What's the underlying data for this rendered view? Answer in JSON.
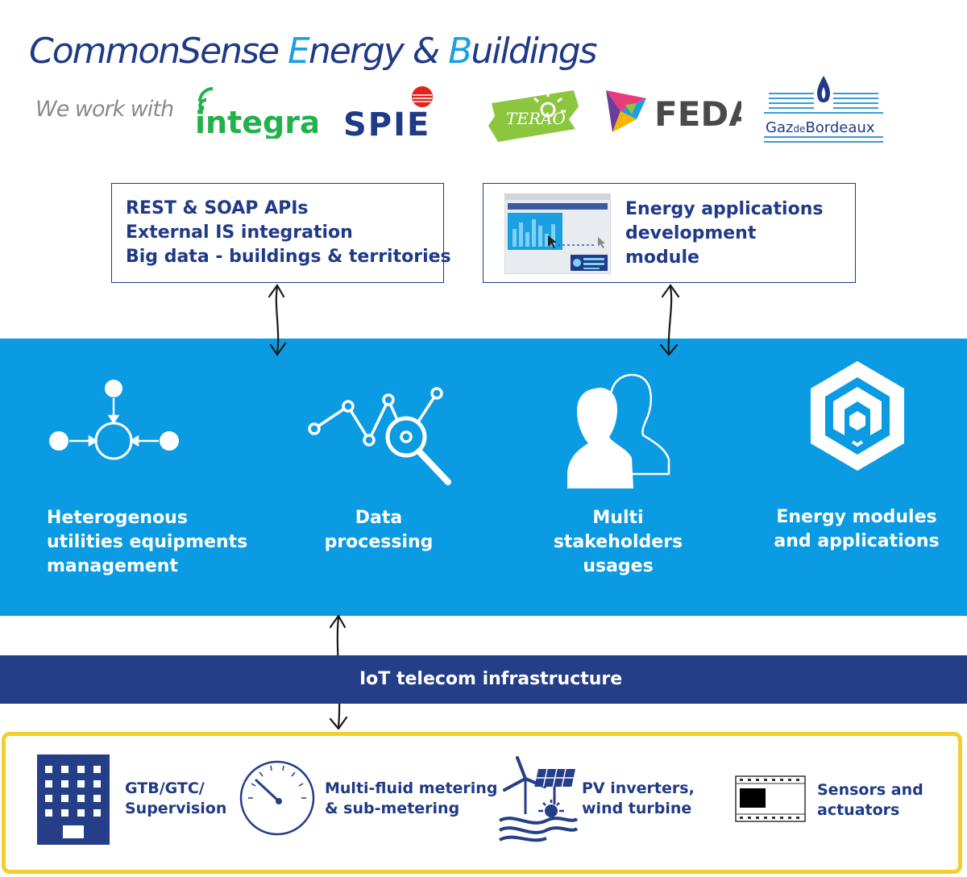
{
  "header": {
    "title_part1": "CommonSense ",
    "title_e": "E",
    "title_part2": "nergy & ",
    "title_b": "B",
    "title_part3": "uildings",
    "we_work_with": "We work with"
  },
  "partners": [
    {
      "name": "integra"
    },
    {
      "name": "SPIE"
    },
    {
      "name": "TERAO"
    },
    {
      "name": "FEDA"
    },
    {
      "name_gaz": "Gaz",
      "name_de": "de",
      "name_bordeaux": "Bordeaux"
    }
  ],
  "top_boxes": {
    "apis": {
      "line1": "REST & SOAP APIs",
      "line2": "External IS integration",
      "line3": "Big data - buildings & territories"
    },
    "apps": {
      "line1": "Energy applications",
      "line2": "development",
      "line3": "module"
    }
  },
  "features": [
    {
      "line1": "Heterogenous",
      "line2": "utilities equipments",
      "line3": "management",
      "icon": "network-hub-icon"
    },
    {
      "line1": "Data",
      "line2": "processing",
      "icon": "data-analysis-icon"
    },
    {
      "line1": "Multi",
      "line2": "stakeholders",
      "line3": "usages",
      "icon": "users-icon"
    },
    {
      "line1": "Energy modules",
      "line2": "and applications",
      "icon": "hexagon-module-icon"
    }
  ],
  "iot": {
    "label": "IoT telecom infrastructure"
  },
  "devices": [
    {
      "line1": "GTB/GTC/",
      "line2": "Supervision",
      "icon": "building-icon"
    },
    {
      "line1": "Multi-fluid metering",
      "line2": "& sub-metering",
      "icon": "gauge-icon"
    },
    {
      "line1": "PV inverters,",
      "line2": "wind turbine",
      "icon": "renewables-icon"
    },
    {
      "line1": "Sensors and",
      "line2": "actuators",
      "icon": "sensor-module-icon"
    }
  ],
  "colors": {
    "navy": "#1f3a86",
    "accent_blue": "#0a9be3",
    "iot_band": "#243e87",
    "border_yellow": "#f2cf2e"
  }
}
